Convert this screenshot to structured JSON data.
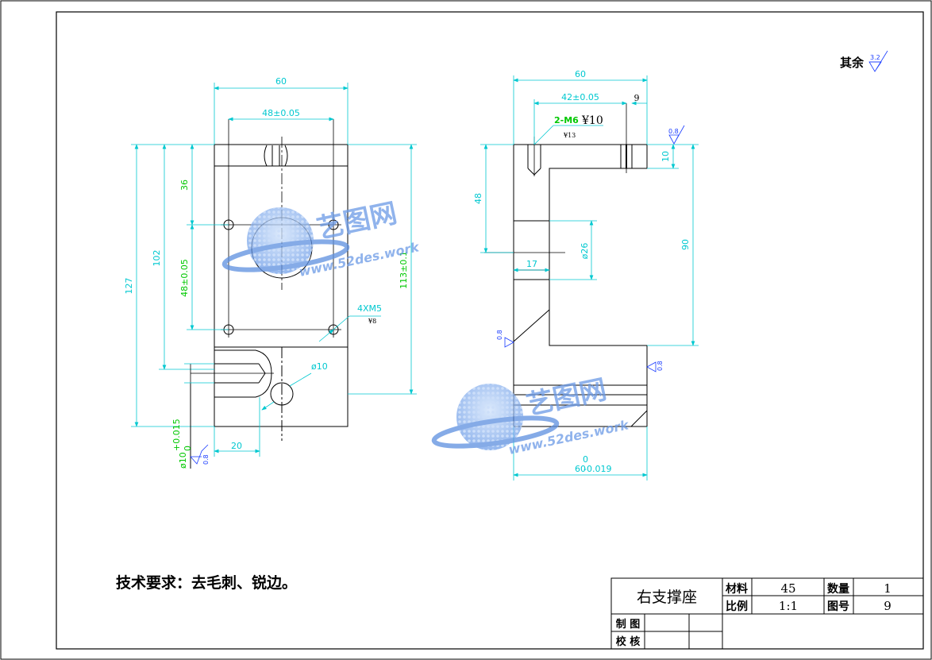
{
  "title_block": {
    "part_name": "右支撑座",
    "material_label": "材料",
    "material_value": "45",
    "quantity_label": "数量",
    "quantity_value": "1",
    "scale_label": "比例",
    "scale_value": "1:1",
    "drawing_no_label": "图号",
    "drawing_no_value": "9",
    "drawn_by_label": "制 图",
    "checked_by_label": "校 核"
  },
  "tech_requirements": "技术要求：去毛刺、锐边。",
  "roughness_note": {
    "label": "其余",
    "value": "3.2"
  },
  "watermark": {
    "brand": "艺图网",
    "url": "www.52des.work"
  },
  "front_view": {
    "dims": {
      "width_top": "60",
      "holes_spacing": "48±0.05",
      "height_total": "127",
      "height_102": "102",
      "height_36": "36",
      "v_spacing": "48±0.05",
      "height_113": "113±0.1",
      "thread": "4XM5",
      "thread_depth": "¥8",
      "hole_dia": "ø10",
      "bottom_20": "20",
      "bore_dia": "ø10",
      "bore_tol_upper": "+0.015",
      "bore_tol_lower": "0",
      "rough_bore": "0.8"
    }
  },
  "side_view": {
    "dims": {
      "width_top": "60",
      "span_42": "42±0.05",
      "slot_9": "9",
      "thread_2m6": "2-M6",
      "thread_depth": "¥10",
      "drill_depth": "¥13",
      "height_48": "48",
      "step_10": "10",
      "height_90": "90",
      "dia_26": "ø26",
      "width_17": "17",
      "width_bottom": "60",
      "bottom_tol_upper": "0",
      "bottom_tol_lower": "-0.019",
      "rough_top": "0.8",
      "rough_left": "0.8",
      "rough_right": "0.8"
    }
  }
}
